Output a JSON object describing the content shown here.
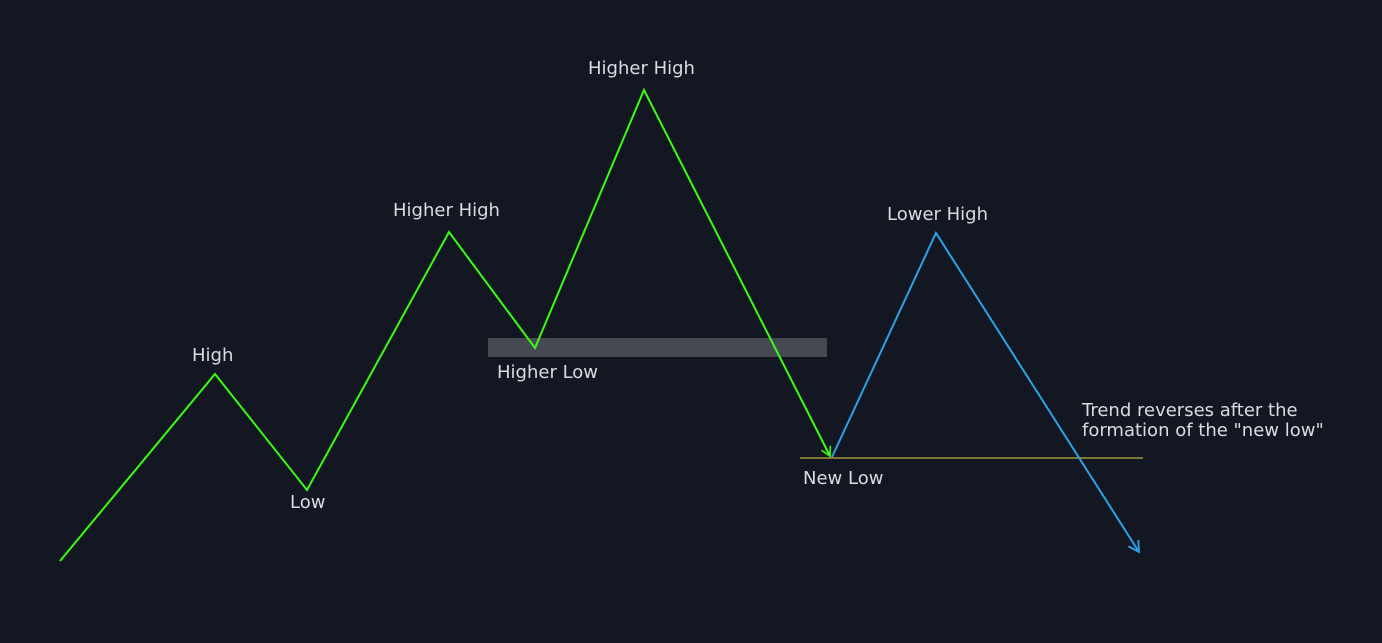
{
  "colors": {
    "background": "#131722",
    "uptrend": "#39ff14",
    "downtrend": "#2aa3e6",
    "support_zone": "#4a4c55",
    "new_low_line": "#e8d44d",
    "label_text": "#d9dce3"
  },
  "labels": {
    "high": "High",
    "low": "Low",
    "higher_high_1": "Higher High",
    "higher_low": "Higher Low",
    "higher_high_2": "Higher High",
    "new_low": "New Low",
    "lower_high": "Lower High",
    "note_line1": "Trend reverses after the",
    "note_line2": "formation of the \"new low\""
  }
}
